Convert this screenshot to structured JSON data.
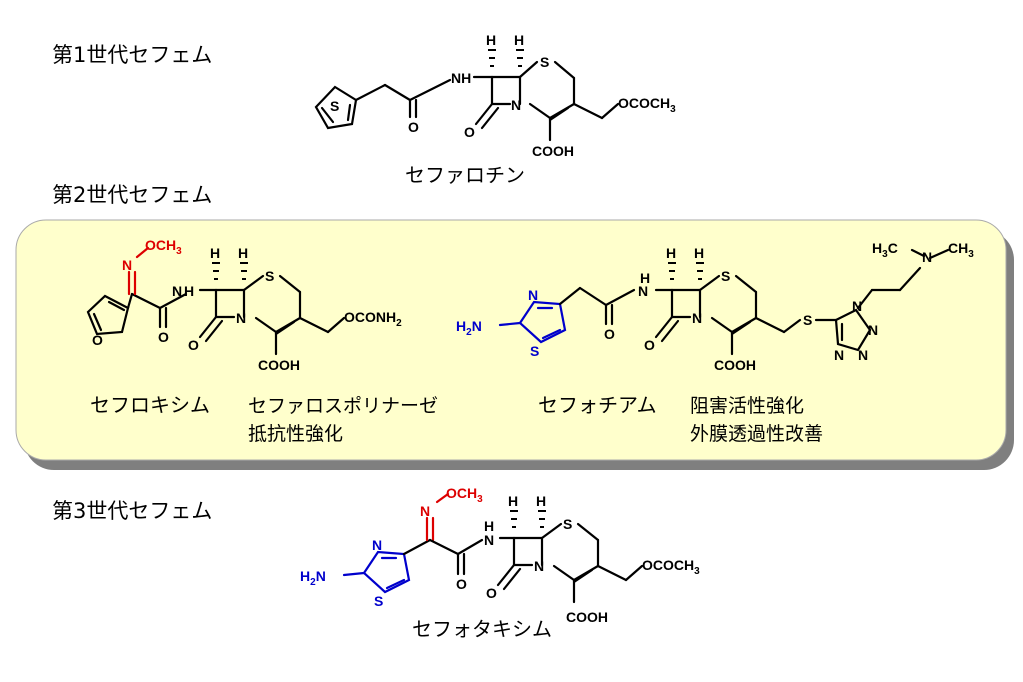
{
  "generations": {
    "first": "第1世代セフェム",
    "second": "第2世代セフェム",
    "third": "第3世代セフェム"
  },
  "compounds": {
    "cefalotin": {
      "name": "セファロチン",
      "labels": {
        "cooh": "COOH",
        "sidechain": "OCOCH3",
        "s_ring": "S",
        "s_thio": "S",
        "n_lac": "N",
        "nh": "NH",
        "o_amide": "O",
        "o_lac": "O",
        "h1": "H",
        "h2": "H"
      }
    },
    "cefuroxime": {
      "name": "セフロキシム",
      "note": [
        "セファロスポリナーゼ",
        "抵抗性強化"
      ],
      "labels": {
        "cooh": "COOH",
        "sidechain": "OCONH2",
        "oxime_n": "N",
        "methoxy": "OCH3",
        "furan_o": "O",
        "s_ring": "S",
        "n_lac": "N",
        "nh": "H",
        "o_amide": "O",
        "o_lac": "O",
        "h1": "H",
        "h2": "H"
      }
    },
    "cefotiam": {
      "name": "セフォチアム",
      "note": [
        "阻害活性強化",
        "外膜透過性改善"
      ],
      "labels": {
        "cooh": "COOH",
        "amine": "H2N",
        "thz_n": "N",
        "thz_s": "S",
        "s_ring": "S",
        "s_link": "S",
        "n_lac": "N",
        "nh": "H",
        "o_amide": "O",
        "o_lac": "O",
        "h1": "H",
        "h2": "H",
        "dimethyl": "H3C",
        "ch3": "CH3",
        "n_dm": "N",
        "tz1": "N",
        "tz2": "N",
        "tz3": "N",
        "tz4": "N"
      }
    },
    "cefotaxime": {
      "name": "セフォタキシム",
      "labels": {
        "cooh": "COOH",
        "sidechain": "OCOCH3",
        "amine": "H2N",
        "thz_n": "N",
        "thz_s": "S",
        "oxime_n": "N",
        "methoxy": "OCH3",
        "s_ring": "S",
        "n_lac": "N",
        "nh": "H",
        "o_amide": "O",
        "o_lac": "O",
        "h1": "H",
        "h2": "H"
      }
    }
  },
  "colors": {
    "panel": "#ffffcc",
    "panel_border": "#aaaaaa",
    "shadow": "#7f7f7f",
    "oxime": "#dd0000",
    "aminothiazole": "#0000cc"
  }
}
